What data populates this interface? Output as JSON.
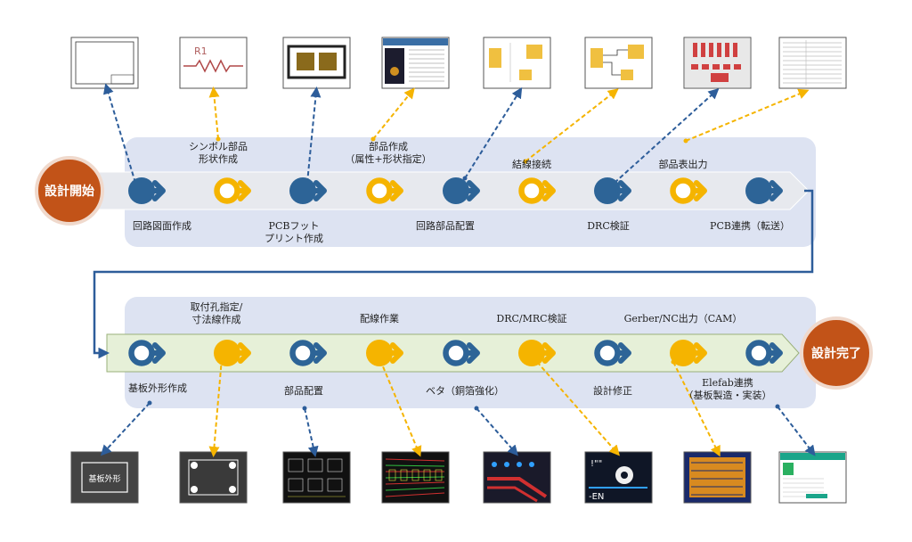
{
  "start_label": "設計開始",
  "end_label": "設計完了",
  "colors": {
    "blue": "#2d6497",
    "gold": "#f5b400",
    "orange": "#c25318",
    "band": "#dde3f2",
    "arrow_row1": "#e7e9ee",
    "arrow_row2": "#e6f0d8",
    "connector": "#2d5d9a"
  },
  "row1_steps": [
    {
      "label": "回路図面作成",
      "kind": "blue"
    },
    {
      "label": "シンボル部品\n形状作成",
      "kind": "gold"
    },
    {
      "label": "PCBフット\nプリント作成",
      "kind": "blue"
    },
    {
      "label": "部品作成\n（属性+形状指定）",
      "kind": "gold"
    },
    {
      "label": "回路部品配置",
      "kind": "blue"
    },
    {
      "label": "結線接続",
      "kind": "gold"
    },
    {
      "label": "DRC検証",
      "kind": "blue"
    },
    {
      "label": "部品表出力",
      "kind": "gold"
    },
    {
      "label": "PCB連携（転送）",
      "kind": "blue"
    }
  ],
  "row2_steps": [
    {
      "label": "基板外形作成",
      "kind": "blue"
    },
    {
      "label": "取付孔指定/\n寸法線作成",
      "kind": "gold"
    },
    {
      "label": "部品配置",
      "kind": "blue"
    },
    {
      "label": "配線作業",
      "kind": "gold"
    },
    {
      "label": "ベタ（銅箔強化）",
      "kind": "blue"
    },
    {
      "label": "DRC/MRC検証",
      "kind": "gold"
    },
    {
      "label": "設計修正",
      "kind": "blue"
    },
    {
      "label": "Gerber/NC出力（CAM）",
      "kind": "gold"
    },
    {
      "label": "Elefab連携\n（基板製造・実装）",
      "kind": "blue"
    }
  ],
  "thumbs_top": [
    {
      "icon": "drawing-frame-thumbnail"
    },
    {
      "icon": "resistor-symbol-thumbnail",
      "text": "R1"
    },
    {
      "icon": "footprint-pads-thumbnail"
    },
    {
      "icon": "part-editor-window-thumbnail"
    },
    {
      "icon": "schematic-placement-thumbnail"
    },
    {
      "icon": "schematic-wiring-thumbnail"
    },
    {
      "icon": "drc-result-thumbnail"
    },
    {
      "icon": "bom-list-thumbnail"
    }
  ],
  "thumbs_bottom": [
    {
      "icon": "board-outline-thumbnail",
      "text": "基板外形"
    },
    {
      "icon": "mounting-holes-thumbnail"
    },
    {
      "icon": "parts-placement-thumbnail"
    },
    {
      "icon": "routing-thumbnail"
    },
    {
      "icon": "copper-pour-thumbnail"
    },
    {
      "icon": "drc-mrc-thumbnail",
      "text": "!\"\"",
      "text2": "-EN"
    },
    {
      "icon": "gerber-output-thumbnail"
    },
    {
      "icon": "elefab-web-thumbnail"
    }
  ]
}
